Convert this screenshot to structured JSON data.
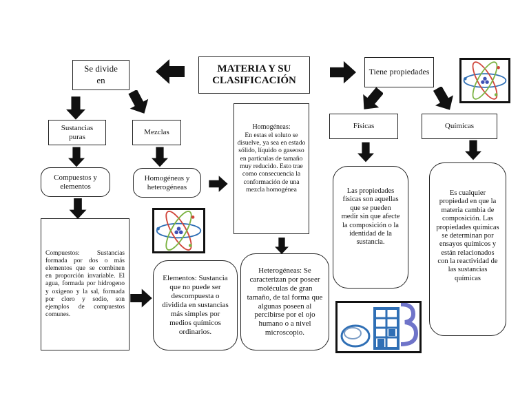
{
  "title": "MATERIA Y SU CLASIFICACIÓN",
  "nodes": {
    "se_divide": "Se divide en",
    "tiene_propiedades": "Tiene propiedades",
    "sustancias_puras": "Sustancias puras",
    "mezclas": "Mezclas",
    "compuestos_elementos": "Compuestos y elementos",
    "homog_heterog": "Homogéneas y heterogéneas",
    "homogeneas_title": "Homogéneas:",
    "homogeneas_text": "En estas el soluto se disuelve, ya sea en estado sólido, líquido o gaseoso en partículas de tamaño muy reducido. Esto trae como consecuencia la conformación de una mezcla homogénea",
    "heterogeneas_text": "Heterogéneas: Se caracterizan por poseer moléculas de gran tamaño, de tal forma que algunas poseen al percibirse por el ojo humano o a nivel microscopio.",
    "compuestos_text": "Compuestos: Sustancias formada por dos o más elementos que se combinen en proporción invariable. El agua, formada por hidrogeno y oxigeno y la sal, formada por cloro y sodio, son ejemplos de compuestos comunes.",
    "elementos_text": "Elementos: Sustancia que no puede ser descompuesta o dividida en sustancias más simples por medios químicos ordinarios.",
    "fisicas": "Físicas",
    "quimicas": "Químicas",
    "fisicas_text": "Las propiedades físicas son aquellas que se pueden medir sin que afecte la composición o la identidad de la sustancia.",
    "quimicas_text": "Es cualquier propiedad en que la materia cambia de composición. Las propiedades químicas se determinan por ensayos químicos y están relacionados con la reactividad de las sustancias químicas"
  },
  "icons": {
    "atom_top": "atom-icon",
    "atom_left": "atom-icon",
    "lab": "lab-flask-icon",
    "arrow": "arrow-icon"
  },
  "colors": {
    "arrow": "#111111",
    "border": "#222222",
    "orbit_red": "#d0453a",
    "orbit_green": "#7cb342",
    "orbit_blue": "#2f6fb5",
    "lab_blue": "#2f6fb5"
  }
}
